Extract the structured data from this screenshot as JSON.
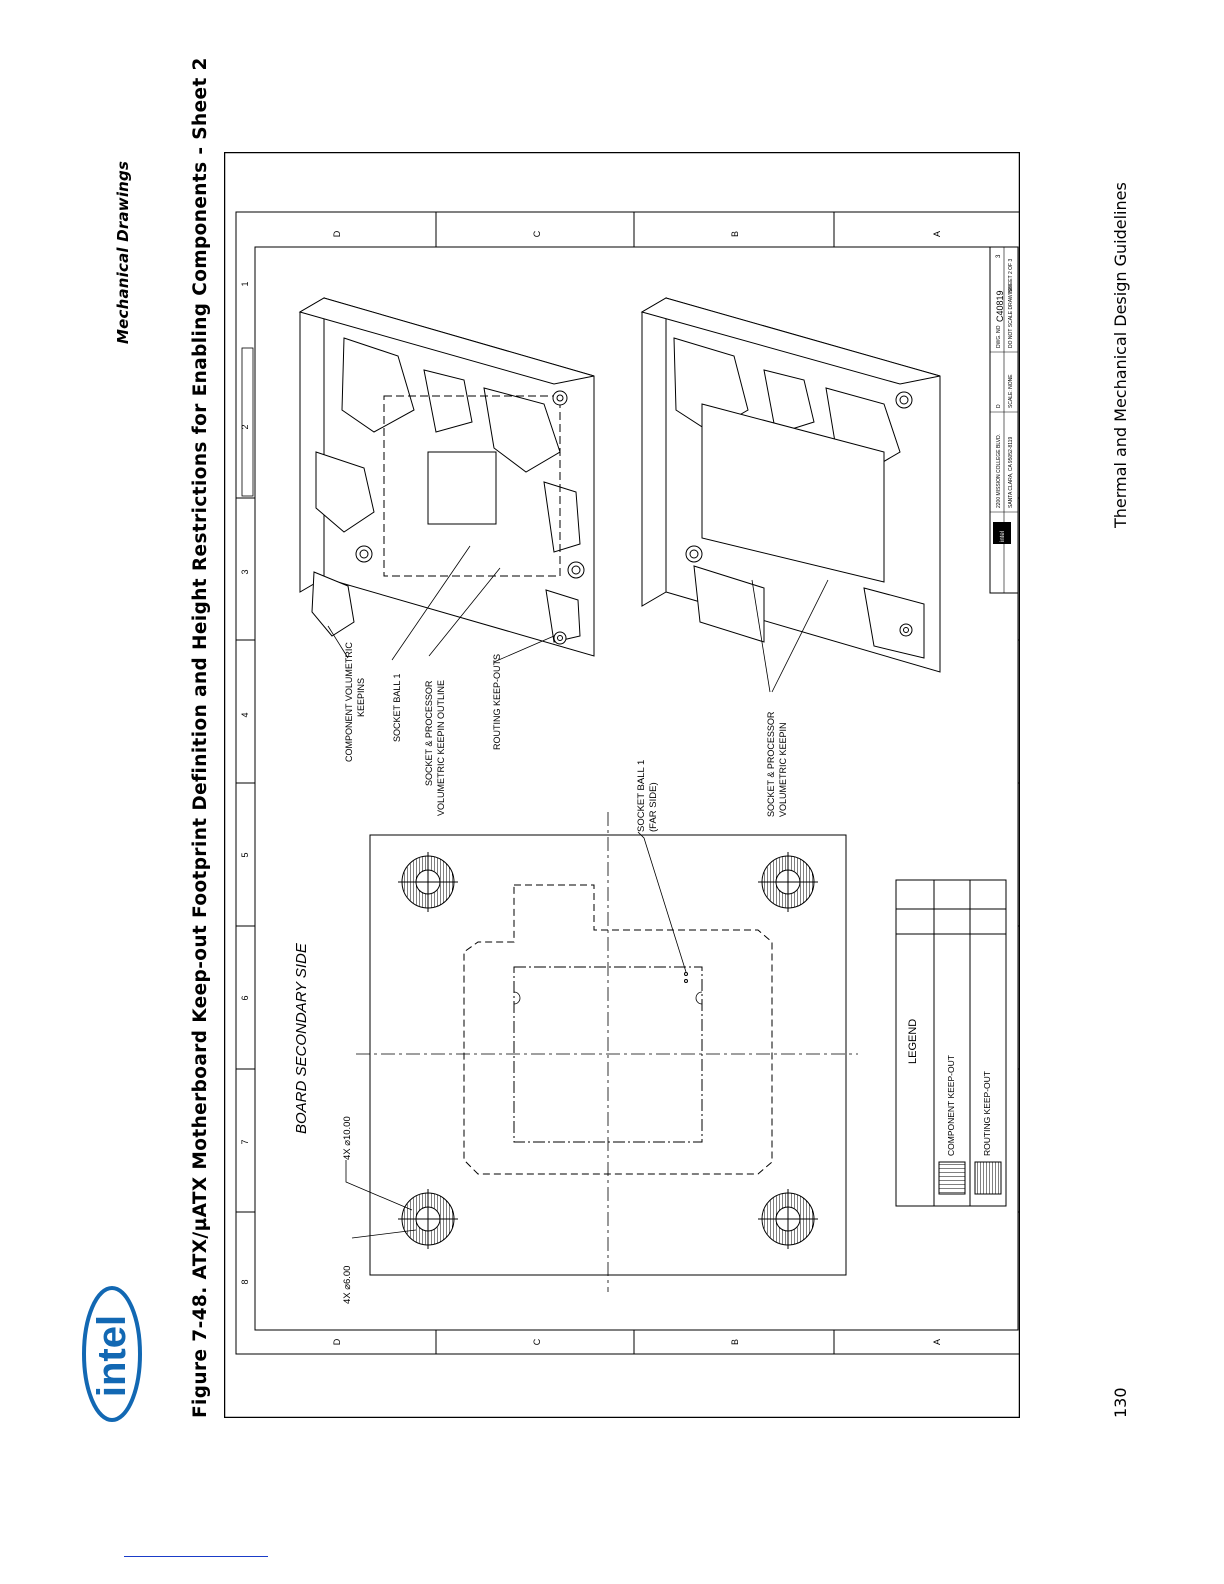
{
  "header": {
    "section_title": "Mechanical Drawings",
    "figure_caption": "Figure 7-48. ATX/µATX Motherboard Keep-out Footprint Definition and Height Restrictions for Enabling Components - Sheet 2"
  },
  "logo": {
    "text": "intel",
    "icon": "intel-logo"
  },
  "drawing": {
    "view_title": "BOARD SECONDARY SIDE",
    "dim_hole_large": "4X  ⌀10.00",
    "dim_hole_small": "4X  ⌀6.00",
    "socket_ball_far": [
      "SOCKET BALL 1",
      "(FAR SIDE)"
    ],
    "callouts_top": [
      [
        "COMPONENT VOLUMETRIC",
        "KEEPINS"
      ],
      [
        "SOCKET BALL 1"
      ],
      [
        "SOCKET & PROCESSOR",
        "VOLUMETRIC KEEPIN OUTLINE"
      ],
      [
        "ROUTING KEEP-OUTS"
      ]
    ],
    "callout_bottom": [
      "SOCKET & PROCESSOR",
      "VOLUMETRIC KEEPIN"
    ],
    "legend": {
      "title": "LEGEND",
      "rows": [
        "COMPONENT KEEP-OUT",
        "ROUTING KEEP-OUT"
      ]
    },
    "zone_numbers": [
      "8",
      "7",
      "6",
      "5",
      "4",
      "3",
      "2",
      "1"
    ],
    "zone_letters": [
      "D",
      "C",
      "B",
      "A"
    ],
    "title_block": {
      "drawing_number": "C40819",
      "size": "D",
      "sheet": "SHEET 2 OF 3",
      "rev": "3",
      "company_lines": [
        "2200 MISSION COLLEGE BLVD.",
        "SANTA CLARA, CA 95052-8119"
      ],
      "scale": "SCALE: NONE",
      "dwg_label": "DWG. NO",
      "do_not_scale": "DO NOT SCALE DRAWING"
    }
  },
  "footer": {
    "title": "Thermal and Mechanical Design Guidelines",
    "page_number": "130"
  }
}
